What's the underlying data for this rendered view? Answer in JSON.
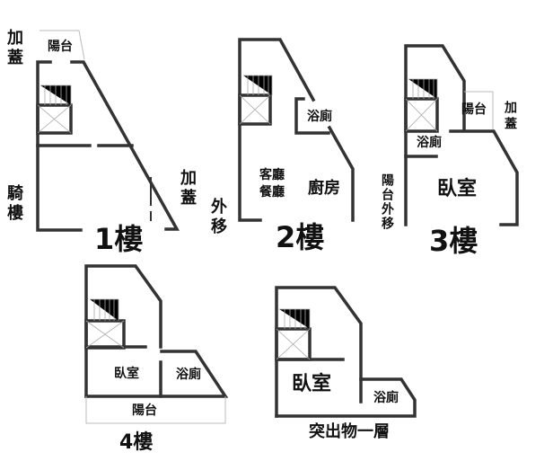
{
  "floors": [
    {
      "title": "1樓",
      "labels": {
        "addition_top": "加蓋",
        "balcony": "陽台",
        "arcade": "騎樓",
        "addition_right": "加蓋",
        "extended": "外移"
      }
    },
    {
      "title": "2樓",
      "labels": {
        "bathroom": "浴廁",
        "living": "客廳",
        "dining": "餐廳",
        "kitchen": "廚房"
      }
    },
    {
      "title": "3樓",
      "labels": {
        "balcony": "陽台",
        "addition": "加蓋",
        "bathroom": "浴廁",
        "bedroom": "臥室",
        "balcony_extended": "陽台外移"
      }
    },
    {
      "title": "4樓",
      "labels": {
        "bedroom": "臥室",
        "bathroom": "浴廁",
        "balcony": "陽台"
      }
    },
    {
      "title": "突出物一層",
      "labels": {
        "bedroom": "臥室",
        "bathroom": "浴廁"
      }
    }
  ]
}
